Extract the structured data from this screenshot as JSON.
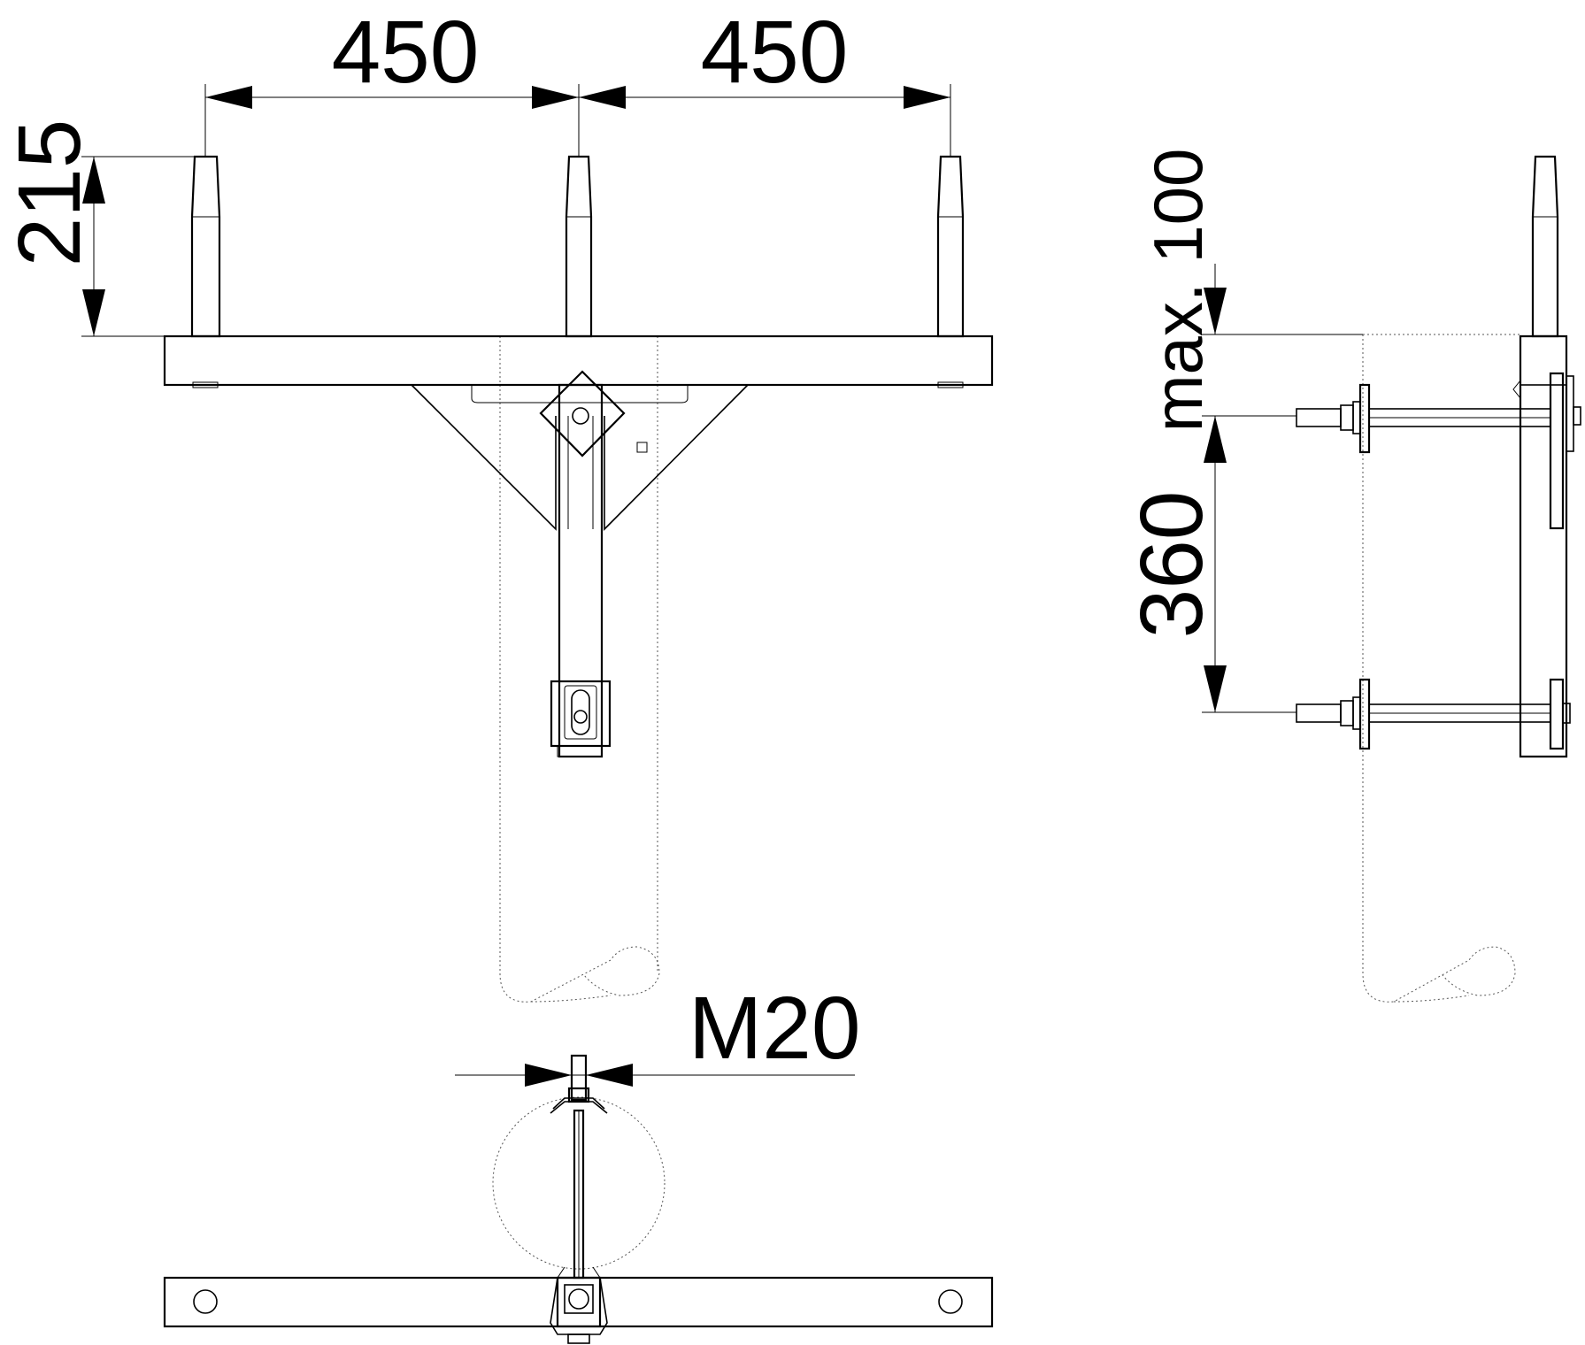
{
  "dimensions": {
    "spacing_left": "450",
    "spacing_right": "450",
    "pin_height": "215",
    "max_label": "max. 100",
    "bolt_spacing": "360",
    "thread": "M20"
  },
  "colors": {
    "line": "#000000",
    "background": "#ffffff",
    "hidden_line": "#555555"
  }
}
